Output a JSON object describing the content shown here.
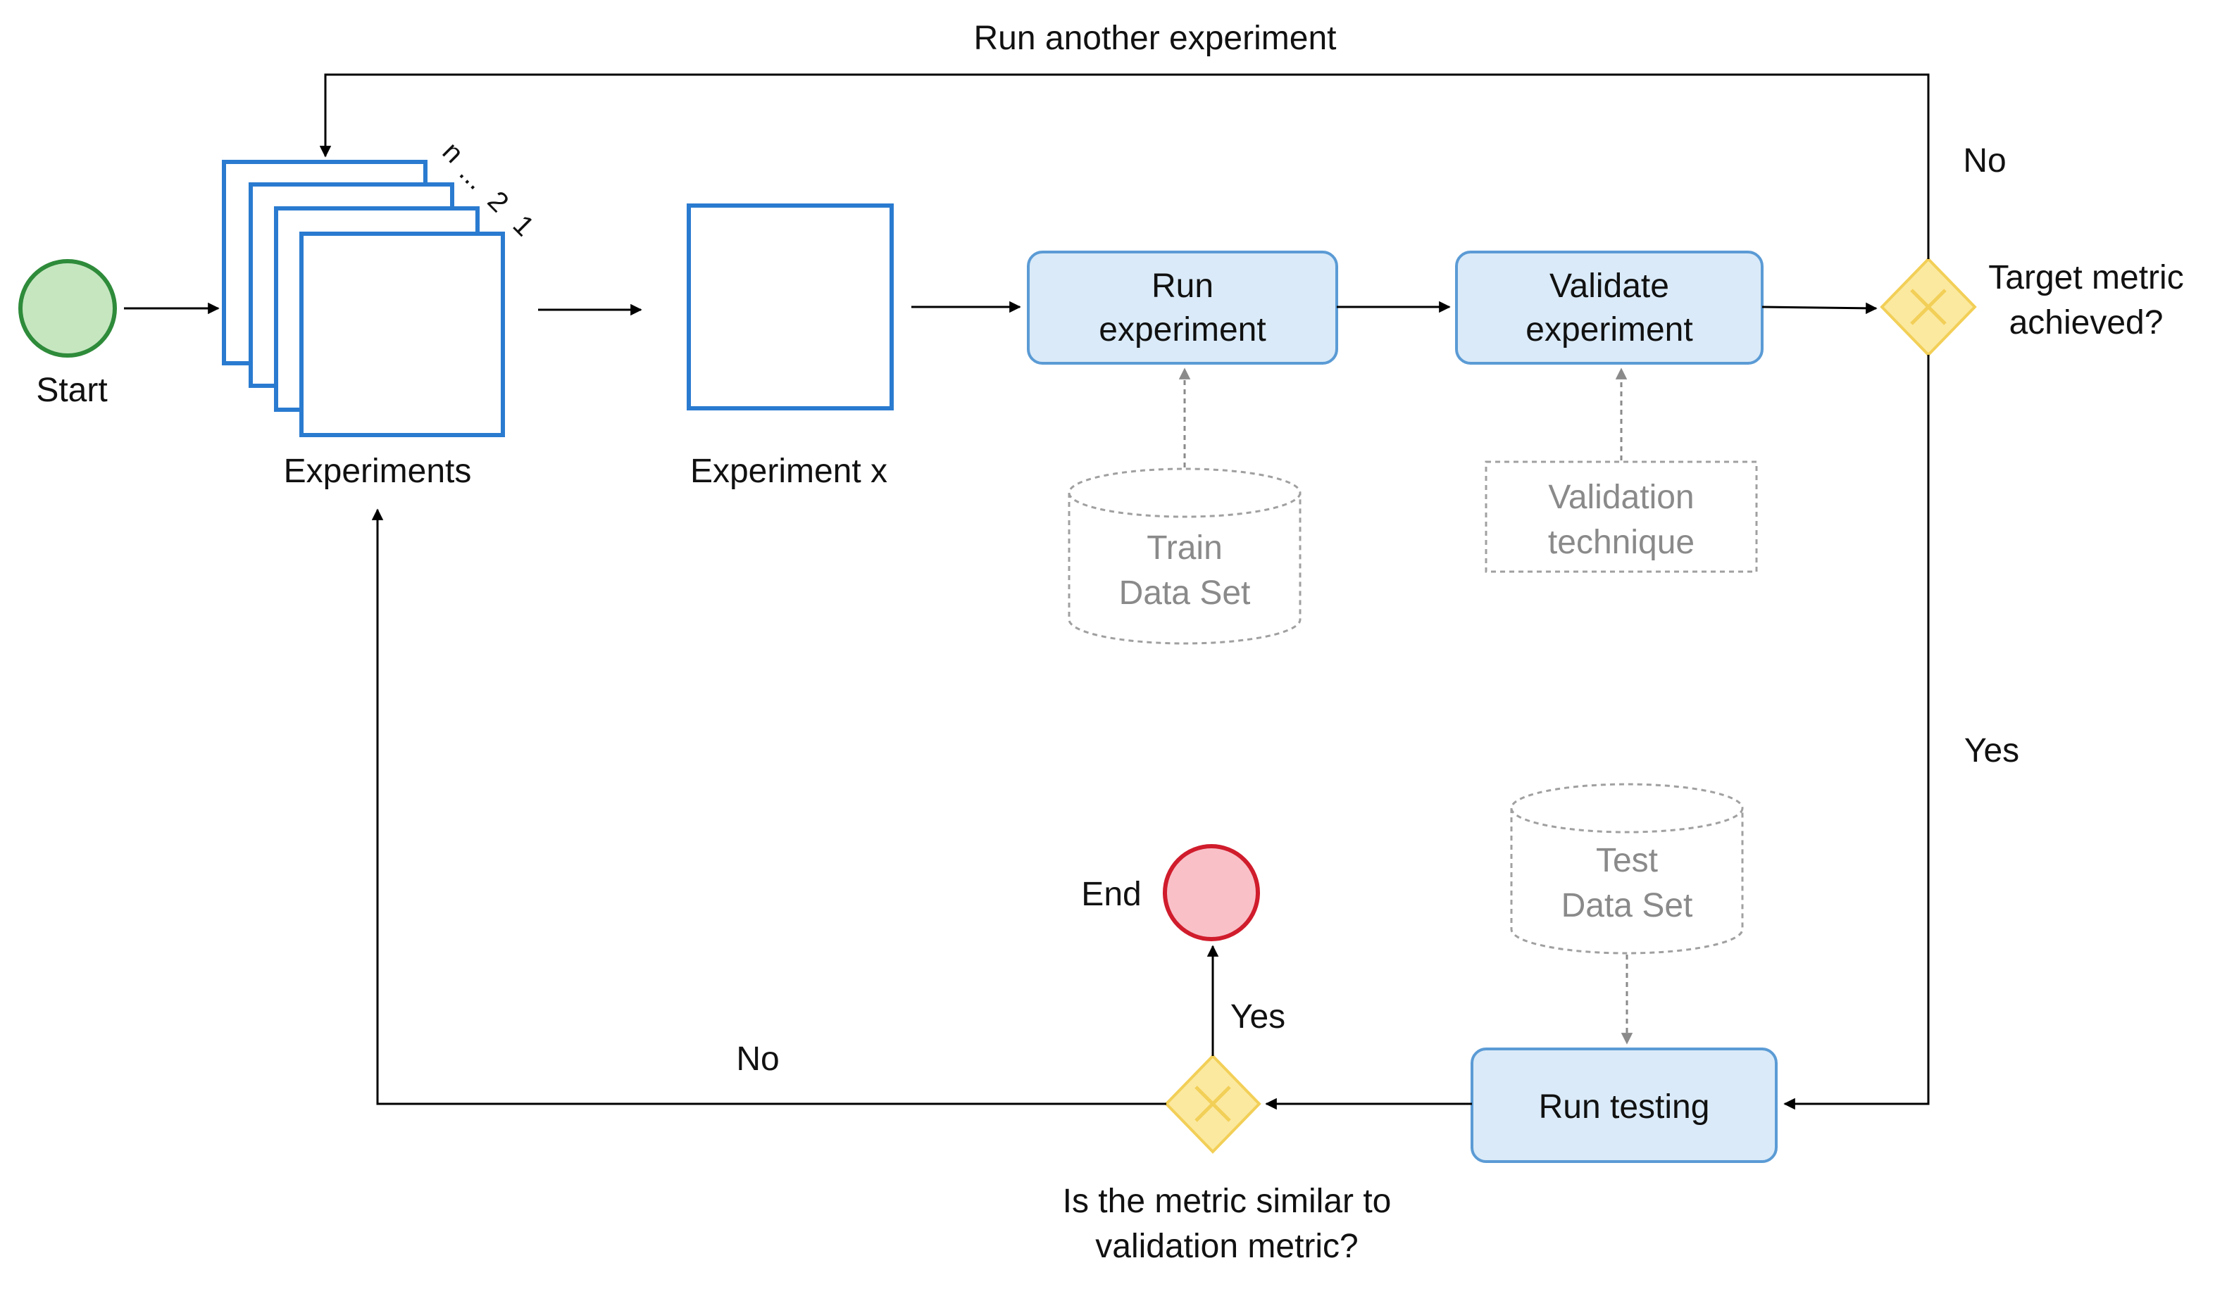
{
  "labels": {
    "start": "Start",
    "end": "End",
    "experiments": "Experiments",
    "experiment_x": "Experiment x",
    "stack_markers": [
      "n",
      "...",
      "2",
      "1"
    ],
    "run_experiment": [
      "Run",
      "experiment"
    ],
    "validate_experiment": [
      "Validate",
      "experiment"
    ],
    "train_data_set": [
      "Train",
      "Data Set"
    ],
    "validation_technique": [
      "Validation",
      "technique"
    ],
    "test_data_set": [
      "Test",
      "Data Set"
    ],
    "run_testing": "Run testing",
    "target_metric_question": [
      "Target metric",
      "achieved?"
    ],
    "metric_similar_question": [
      "Is the metric similar to",
      "validation metric?"
    ],
    "loop_label": "Run another experiment",
    "target_no": "No",
    "target_yes": "Yes",
    "similar_yes": "Yes",
    "similar_no": "No"
  },
  "colors": {
    "start_fill": "#c6e6c0",
    "start_stroke": "#2e8b3a",
    "end_fill": "#f9c0c8",
    "end_stroke": "#d01c2c",
    "task_fill": "#daeaf8",
    "task_stroke": "#5b9bd5",
    "box_stroke": "#2a7bd0",
    "gateway_fill": "#fbe9a0",
    "gateway_stroke": "#f2cf57",
    "arrow": "#000000",
    "data_arrow": "#8a8a8a",
    "faint_stroke": "#a0a0a0"
  }
}
